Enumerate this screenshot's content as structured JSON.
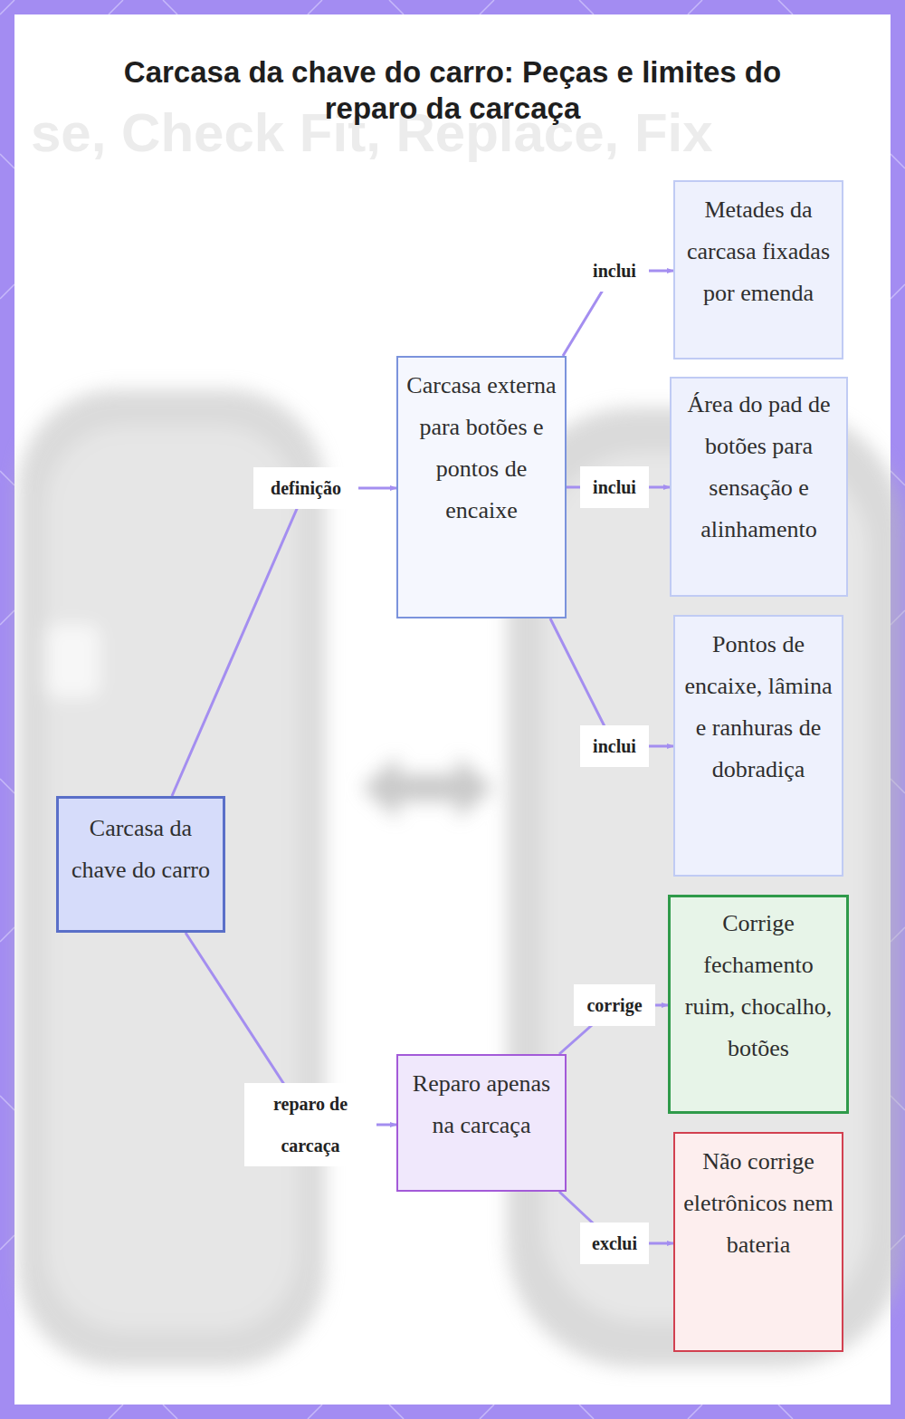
{
  "diagram": {
    "title": "Carcasa da chave do carro: Peças e limites do reparo da carcaça",
    "nodes": [
      {
        "text": [
          "Carcasa da chave do carro"
        ]
      },
      {
        "text": [
          "Carcasa externa para botões e pontos de encaixe"
        ]
      },
      {
        "text": [
          "Metades da carcasa fixadas por emenda"
        ]
      },
      {
        "text": [
          "Área do pad de botões para sensação e alinhamento"
        ]
      },
      {
        "text": [
          "Pontos de encaixe, lâmina e ranhuras de dobradiça"
        ]
      },
      {
        "text": [
          "Reparo apenas na carcaça"
        ]
      },
      {
        "text": [
          "Corrige fechamento ruim, chocalho, botões"
        ]
      },
      {
        "text": [
          "Não corrige eletrônicos nem bateria"
        ]
      }
    ],
    "edges": [
      {
        "from": 0,
        "to": 1,
        "label": "definição",
        "arrow": "to"
      },
      {
        "from": 1,
        "to": 2,
        "label": "inclui",
        "arrow": "to"
      },
      {
        "from": 1,
        "to": 3,
        "label": "inclui",
        "arrow": "to"
      },
      {
        "from": 1,
        "to": 4,
        "label": "inclui",
        "arrow": "to"
      },
      {
        "from": 0,
        "to": 5,
        "label": "reparo de carcaça",
        "arrow": "to"
      },
      {
        "from": 5,
        "to": 6,
        "label": "corrige",
        "arrow": "to"
      },
      {
        "from": 5,
        "to": 7,
        "label": "exclui",
        "arrow": "to"
      }
    ],
    "labels": [
      "se, Check Fit, Replace, Fix"
    ]
  }
}
